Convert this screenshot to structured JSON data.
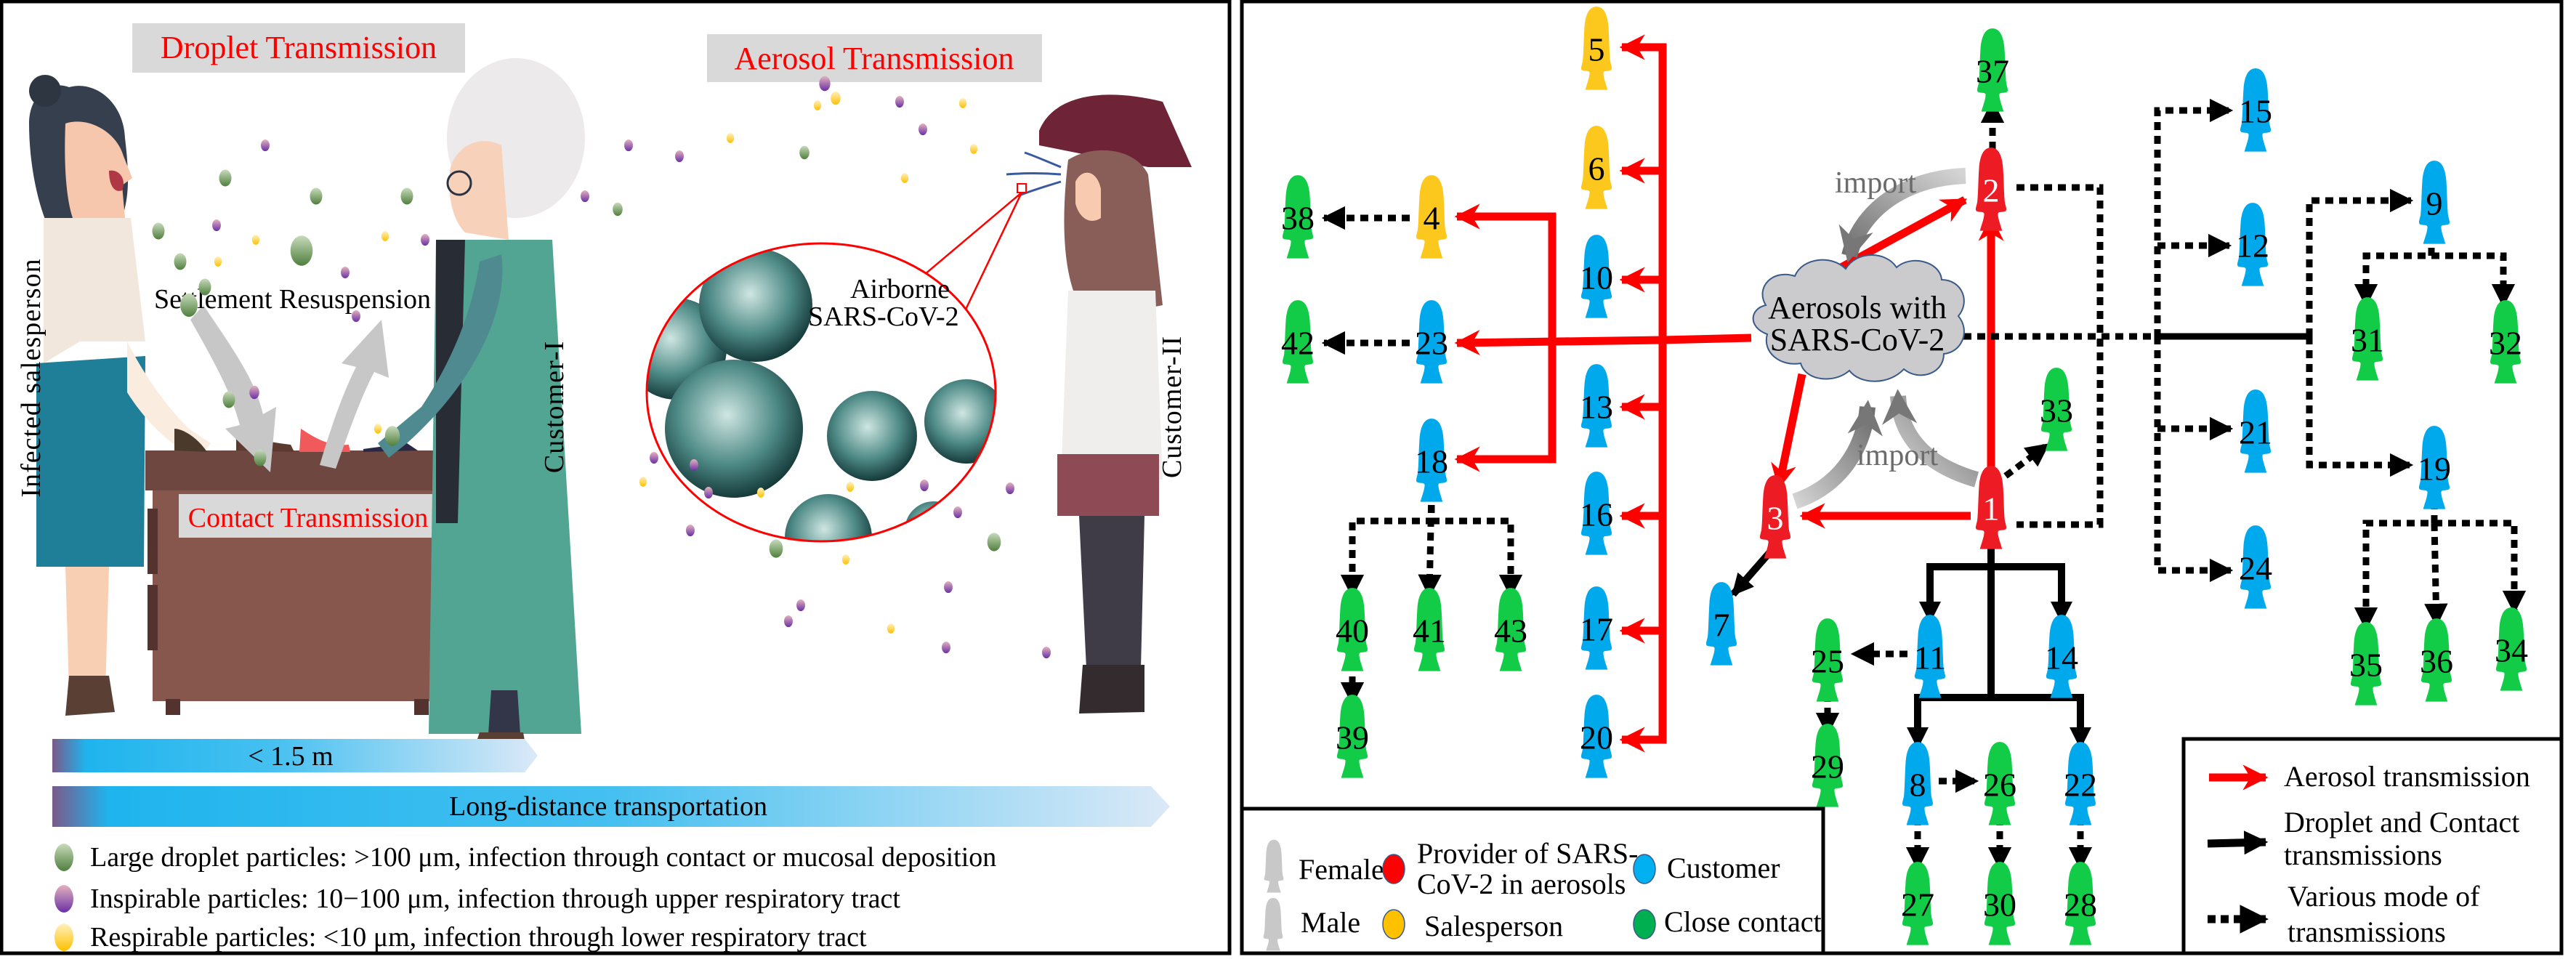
{
  "left_panel": {
    "droplet_title": "Droplet Transmission",
    "aerosol_title": "Aerosol Transmission",
    "contact_title": "Contact Transmission",
    "settlement_label": "Settlement Resuspension",
    "infected_label": "Infected salesperson",
    "customer1_label": "Customer-I",
    "customer2_label": "Customer-II",
    "airborne_label_line1": "Airborne",
    "airborne_label_line2": "SARS-CoV-2",
    "distance_bar_short": "< 1.5 m",
    "distance_bar_long": "Long-distance transportation",
    "particles": [
      {
        "type": "large-droplet",
        "color": "#6e9a55",
        "text": "Large droplet particles: >100 μm, infection through contact or mucosal deposition"
      },
      {
        "type": "inspirable",
        "color": "#8a55b0",
        "text": "Inspirable particles: 10−100 μm, infection through upper respiratory tract"
      },
      {
        "type": "respirable",
        "color": "#ffc61a",
        "text": "Respirable particles: <10 μm, infection through lower respiratory tract"
      }
    ]
  },
  "diagram": {
    "cloud_line1": "Aerosols with",
    "cloud_line2": "SARS-CoV-2",
    "import_label_top": "import",
    "import_label_bottom": "import",
    "colors": {
      "provider": "#ed1c24",
      "salesperson": "#fcc81e",
      "customer": "#00a8ec",
      "close_contact": "#12cc48",
      "aerosol_arrow": "#ff0000",
      "droplet_arrow": "#000000",
      "various_arrow": "#000000"
    },
    "nodes": [
      {
        "id": "1",
        "role": "provider",
        "gender": "female"
      },
      {
        "id": "2",
        "role": "provider",
        "gender": "female"
      },
      {
        "id": "3",
        "role": "provider",
        "gender": "female"
      },
      {
        "id": "4",
        "role": "salesperson",
        "gender": "female"
      },
      {
        "id": "5",
        "role": "salesperson",
        "gender": "female"
      },
      {
        "id": "6",
        "role": "salesperson",
        "gender": "female"
      },
      {
        "id": "7",
        "role": "customer",
        "gender": "female"
      },
      {
        "id": "8",
        "role": "customer",
        "gender": "female"
      },
      {
        "id": "9",
        "role": "customer",
        "gender": "female"
      },
      {
        "id": "10",
        "role": "customer",
        "gender": "male"
      },
      {
        "id": "11",
        "role": "customer",
        "gender": "female"
      },
      {
        "id": "12",
        "role": "customer",
        "gender": "female"
      },
      {
        "id": "13",
        "role": "customer",
        "gender": "male"
      },
      {
        "id": "14",
        "role": "customer",
        "gender": "female"
      },
      {
        "id": "15",
        "role": "customer",
        "gender": "male"
      },
      {
        "id": "16",
        "role": "customer",
        "gender": "male"
      },
      {
        "id": "17",
        "role": "customer",
        "gender": "female"
      },
      {
        "id": "18",
        "role": "customer",
        "gender": "female"
      },
      {
        "id": "19",
        "role": "customer",
        "gender": "female"
      },
      {
        "id": "20",
        "role": "customer",
        "gender": "female"
      },
      {
        "id": "21",
        "role": "customer",
        "gender": "female"
      },
      {
        "id": "22",
        "role": "customer",
        "gender": "female"
      },
      {
        "id": "23",
        "role": "customer",
        "gender": "male"
      },
      {
        "id": "24",
        "role": "customer",
        "gender": "female"
      },
      {
        "id": "25",
        "role": "close_contact",
        "gender": "female"
      },
      {
        "id": "26",
        "role": "close_contact",
        "gender": "female"
      },
      {
        "id": "27",
        "role": "close_contact",
        "gender": "female"
      },
      {
        "id": "28",
        "role": "close_contact",
        "gender": "female"
      },
      {
        "id": "29",
        "role": "close_contact",
        "gender": "male"
      },
      {
        "id": "30",
        "role": "close_contact",
        "gender": "male"
      },
      {
        "id": "31",
        "role": "close_contact",
        "gender": "male"
      },
      {
        "id": "32",
        "role": "close_contact",
        "gender": "female"
      },
      {
        "id": "33",
        "role": "close_contact",
        "gender": "male"
      },
      {
        "id": "34",
        "role": "close_contact",
        "gender": "male"
      },
      {
        "id": "35",
        "role": "close_contact",
        "gender": "female"
      },
      {
        "id": "36",
        "role": "close_contact",
        "gender": "female"
      },
      {
        "id": "37",
        "role": "close_contact",
        "gender": "male"
      },
      {
        "id": "38",
        "role": "close_contact",
        "gender": "female"
      },
      {
        "id": "39",
        "role": "close_contact",
        "gender": "male"
      },
      {
        "id": "40",
        "role": "close_contact",
        "gender": "female"
      },
      {
        "id": "41",
        "role": "close_contact",
        "gender": "male"
      },
      {
        "id": "42",
        "role": "close_contact",
        "gender": "female"
      },
      {
        "id": "43",
        "role": "close_contact",
        "gender": "male"
      }
    ],
    "edges": [
      {
        "from": "cloud",
        "to": "5",
        "mode": "aerosol"
      },
      {
        "from": "cloud",
        "to": "6",
        "mode": "aerosol"
      },
      {
        "from": "cloud",
        "to": "10",
        "mode": "aerosol"
      },
      {
        "from": "cloud",
        "to": "13",
        "mode": "aerosol"
      },
      {
        "from": "cloud",
        "to": "16",
        "mode": "aerosol"
      },
      {
        "from": "cloud",
        "to": "17",
        "mode": "aerosol"
      },
      {
        "from": "cloud",
        "to": "20",
        "mode": "aerosol"
      },
      {
        "from": "cloud",
        "to": "4",
        "mode": "aerosol"
      },
      {
        "from": "cloud",
        "to": "18",
        "mode": "aerosol"
      },
      {
        "from": "cloud",
        "to": "23",
        "mode": "aerosol"
      },
      {
        "from": "cloud",
        "to": "2",
        "mode": "aerosol"
      },
      {
        "from": "cloud",
        "to": "3",
        "mode": "aerosol"
      },
      {
        "from": "1",
        "to": "2",
        "mode": "aerosol"
      },
      {
        "from": "1",
        "to": "3",
        "mode": "aerosol"
      },
      {
        "from": "2",
        "to": "cloud",
        "mode": "import"
      },
      {
        "from": "1",
        "to": "cloud",
        "mode": "import"
      },
      {
        "from": "3",
        "to": "cloud",
        "mode": "import"
      },
      {
        "from": "2",
        "to": "37",
        "mode": "various"
      },
      {
        "from": "1",
        "to": "33",
        "mode": "various"
      },
      {
        "from": "4",
        "to": "38",
        "mode": "various"
      },
      {
        "from": "23",
        "to": "42",
        "mode": "various"
      },
      {
        "from": "18",
        "to": "40",
        "mode": "various"
      },
      {
        "from": "18",
        "to": "41",
        "mode": "various"
      },
      {
        "from": "18",
        "to": "43",
        "mode": "various"
      },
      {
        "from": "40",
        "to": "39",
        "mode": "various"
      },
      {
        "from": "3",
        "to": "7",
        "mode": "droplet_contact"
      },
      {
        "from": "1",
        "to": "11",
        "mode": "droplet_contact"
      },
      {
        "from": "1",
        "to": "14",
        "mode": "droplet_contact"
      },
      {
        "from": "1",
        "to": "8",
        "mode": "droplet_contact"
      },
      {
        "from": "1",
        "to": "22",
        "mode": "droplet_contact"
      },
      {
        "from": "11",
        "to": "25",
        "mode": "various"
      },
      {
        "from": "25",
        "to": "29",
        "mode": "various"
      },
      {
        "from": "8",
        "to": "26",
        "mode": "various"
      },
      {
        "from": "8",
        "to": "27",
        "mode": "various"
      },
      {
        "from": "26",
        "to": "30",
        "mode": "various"
      },
      {
        "from": "22",
        "to": "28",
        "mode": "various"
      },
      {
        "from": "cloud",
        "to": "15",
        "mode": "various"
      },
      {
        "from": "cloud",
        "to": "12",
        "mode": "various"
      },
      {
        "from": "cloud",
        "to": "21",
        "mode": "various"
      },
      {
        "from": "cloud",
        "to": "24",
        "mode": "various"
      },
      {
        "from": "cloud",
        "to": "9",
        "mode": "various"
      },
      {
        "from": "cloud",
        "to": "19",
        "mode": "various"
      },
      {
        "from": "9",
        "to": "31",
        "mode": "various"
      },
      {
        "from": "9",
        "to": "32",
        "mode": "various"
      },
      {
        "from": "19",
        "to": "35",
        "mode": "various"
      },
      {
        "from": "19",
        "to": "36",
        "mode": "various"
      },
      {
        "from": "19",
        "to": "34",
        "mode": "various"
      }
    ]
  },
  "legend_roles": {
    "female": "Female",
    "male": "Male",
    "provider_line1": "Provider of SARS-",
    "provider_line2": "CoV-2 in aerosols",
    "salesperson": "Salesperson",
    "customer": "Customer",
    "close_contact": "Close contact"
  },
  "legend_arrows": {
    "aerosol": "Aerosol transmission",
    "droplet_line1": "Droplet and Contact",
    "droplet_line2": "transmissions",
    "various_line1": "Various mode of",
    "various_line2": "transmissions"
  }
}
